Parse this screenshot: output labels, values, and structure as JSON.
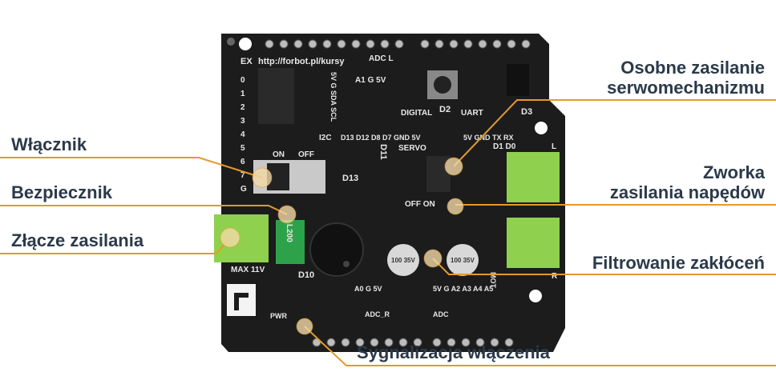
{
  "colors": {
    "board": "#1c1c1c",
    "callout_line": "#e39a2b",
    "label_text": "#2b3a4a",
    "terminal": "#8fd14f",
    "marker": "#f3d9a8"
  },
  "callouts": {
    "switch": "Włącznik",
    "fuse": "Bezpiecznik",
    "power_connector": "Złącze zasilania",
    "servo_power_line1": "Osobne zasilanie",
    "servo_power_line2": "serwomechanizmu",
    "jumper_line1": "Zworka",
    "jumper_line2": "zasilania napędów",
    "filtering": "Filtrowanie zakłóceń",
    "power_indicator": "Sygnalizacja włączenia"
  },
  "board": {
    "url": "http://forbot.pl/kursy",
    "ex": "EX",
    "adc_l": "ADC L",
    "a1": "A1",
    "g": "G",
    "v5": "5V",
    "i2c": "I2C",
    "i2c_pins": "5V G SDA SCL",
    "digital": "DIGITAL",
    "digital_pins": "D13 D12 D8 D7 GND 5V",
    "uart": "UART",
    "uart_pins": "5V GND TX RX",
    "d1d0": "D1 D0",
    "d2": "D2",
    "d3": "D3",
    "d10": "D10",
    "d11": "D11",
    "d13": "D13",
    "servo": "SERVO",
    "on": "ON",
    "off": "OFF",
    "jumper_on_off": "OFF  ON",
    "max": "MAX 11V",
    "fuse_code": "L200",
    "cap1": "100 35V",
    "cap2": "100 35V",
    "adc_r": "ADC_R",
    "adc": "ADC",
    "adc_r_pins": "A0 G 5V",
    "adc_pins": "5V G A2 A3 A4 A5",
    "pwr": "PWR",
    "mot": "MOT",
    "ex_pins": [
      "0",
      "1",
      "2",
      "3",
      "4",
      "5",
      "6",
      "7",
      "G"
    ],
    "l": "L",
    "r": "R"
  }
}
